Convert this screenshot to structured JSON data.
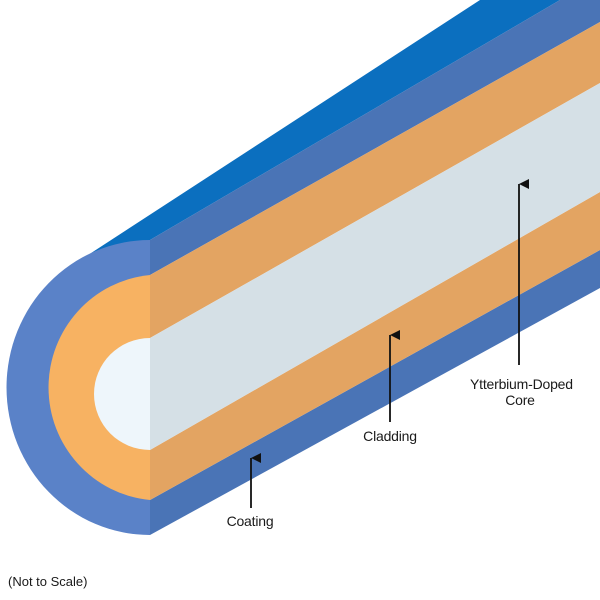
{
  "diagram": {
    "labels": {
      "core": [
        "Ytterbium-Doped",
        "Core"
      ],
      "cladding": "Cladding",
      "coating": "Coating"
    },
    "note": "(Not to Scale)"
  },
  "colors": {
    "coating_front": "#5a82c8",
    "coating_top": "#0b6fbf",
    "coating_side": "#4a74b6",
    "cladding_front": "#f7b262",
    "cladding_side": "#e3a462",
    "core_front": "#eef6fb",
    "core_side": "#d5e0e6",
    "arrow": "#111111"
  }
}
